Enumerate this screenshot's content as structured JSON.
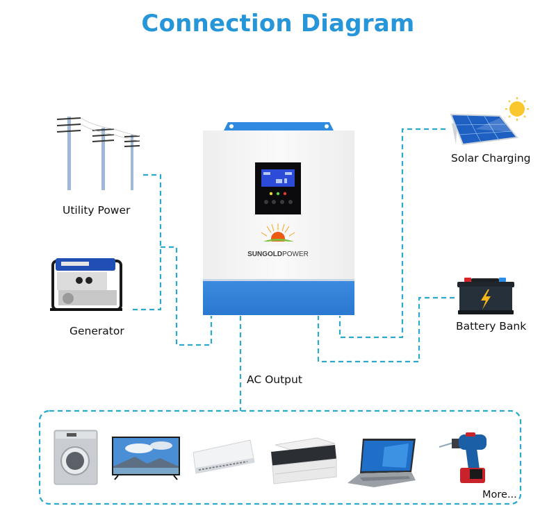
{
  "title": "Connection Diagram",
  "inverter": {
    "brand": "SUNGOLDPOWER",
    "brand_bold": "SUNGOLD",
    "brand_light": "POWER",
    "indicators": [
      {
        "name": "ac-inv",
        "color": "#e8d23a"
      },
      {
        "name": "charge",
        "color": "#5fcf4a"
      },
      {
        "name": "fault",
        "color": "#e03b2c"
      }
    ],
    "buttons": 4
  },
  "sources": {
    "utility": "Utility Power",
    "generator": "Generator",
    "solar": "Solar Charging",
    "battery": "Battery Bank"
  },
  "output": {
    "label": "AC Output",
    "loads": [
      "washing-machine",
      "television",
      "air-conditioner",
      "printer",
      "laptop",
      "power-drill"
    ],
    "more": "More..."
  },
  "colors": {
    "title": "#2696d8",
    "wire": "#2aa9cf",
    "inverter_blue": "#2e7fd6"
  }
}
